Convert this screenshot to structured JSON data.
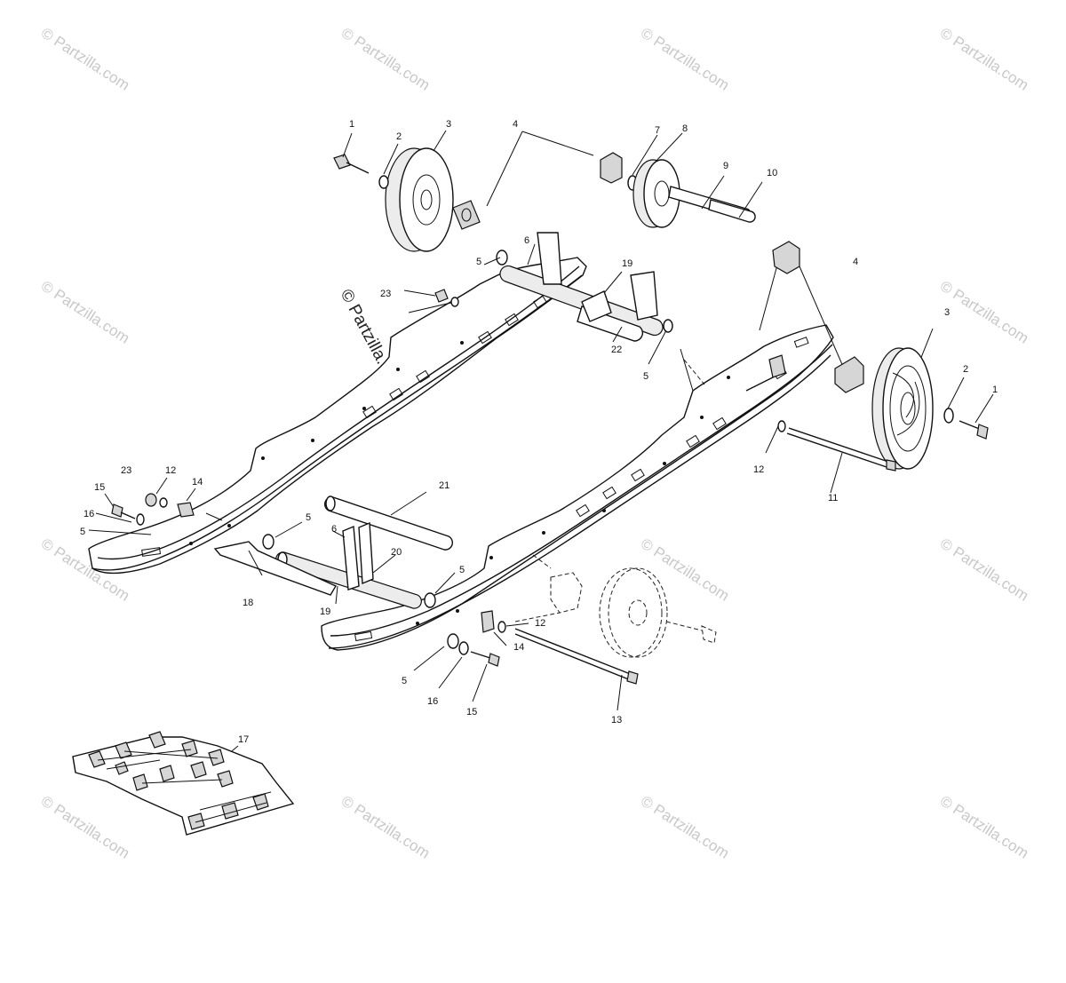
{
  "watermark": {
    "text": "© Partzilla.com",
    "main_text": "© Partzilla.com"
  },
  "callouts": [
    {
      "id": "c1a",
      "label": "1"
    },
    {
      "id": "c2a",
      "label": "2"
    },
    {
      "id": "c3a",
      "label": "3"
    },
    {
      "id": "c4a",
      "label": "4"
    },
    {
      "id": "c7",
      "label": "7"
    },
    {
      "id": "c8",
      "label": "8"
    },
    {
      "id": "c9",
      "label": "9"
    },
    {
      "id": "c10",
      "label": "10"
    },
    {
      "id": "c5a",
      "label": "5"
    },
    {
      "id": "c6a",
      "label": "6"
    },
    {
      "id": "c23a",
      "label": "23"
    },
    {
      "id": "c19a",
      "label": "19"
    },
    {
      "id": "c22",
      "label": "22"
    },
    {
      "id": "c5b",
      "label": "5"
    },
    {
      "id": "c4b",
      "label": "4"
    },
    {
      "id": "c3b",
      "label": "3"
    },
    {
      "id": "c2b",
      "label": "2"
    },
    {
      "id": "c1b",
      "label": "1"
    },
    {
      "id": "c12a",
      "label": "12"
    },
    {
      "id": "c11",
      "label": "11"
    },
    {
      "id": "c23b",
      "label": "23"
    },
    {
      "id": "c12b",
      "label": "12"
    },
    {
      "id": "c14a",
      "label": "14"
    },
    {
      "id": "c15a",
      "label": "15"
    },
    {
      "id": "c16a",
      "label": "16"
    },
    {
      "id": "c5c",
      "label": "5"
    },
    {
      "id": "c21",
      "label": "21"
    },
    {
      "id": "c5d",
      "label": "5"
    },
    {
      "id": "c6b",
      "label": "6"
    },
    {
      "id": "c20",
      "label": "20"
    },
    {
      "id": "c5e",
      "label": "5"
    },
    {
      "id": "c18",
      "label": "18"
    },
    {
      "id": "c19b",
      "label": "19"
    },
    {
      "id": "c12c",
      "label": "12"
    },
    {
      "id": "c14b",
      "label": "14"
    },
    {
      "id": "c5f",
      "label": "5"
    },
    {
      "id": "c16b",
      "label": "16"
    },
    {
      "id": "c15b",
      "label": "15"
    },
    {
      "id": "c13",
      "label": "13"
    },
    {
      "id": "c17",
      "label": "17"
    }
  ]
}
